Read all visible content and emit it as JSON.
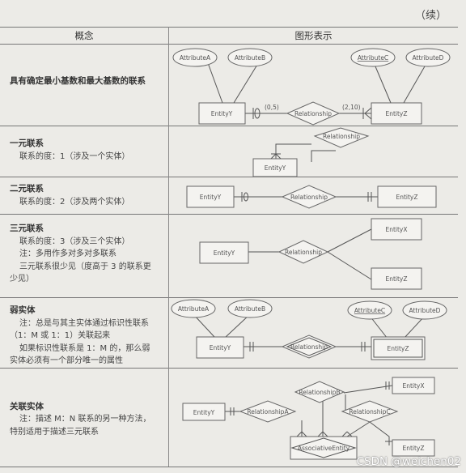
{
  "continued": "（续）",
  "headers": {
    "concept": "概念",
    "diagram": "图形表示"
  },
  "rows": {
    "r1": {
      "title": "具有确定最小基数和最大基数的联系"
    },
    "r2": {
      "title": "一元联系",
      "lines": [
        "联系的度：1（涉及一个实体）"
      ]
    },
    "r3": {
      "title": "二元联系",
      "lines": [
        "联系的度：2（涉及两个实体）"
      ]
    },
    "r4": {
      "title": "三元联系",
      "lines": [
        "联系的度：3（涉及三个实体）",
        "注：多用作多对多对多联系",
        "三元联系很少见（度高于 3 的联系更",
        "少见）"
      ]
    },
    "r5": {
      "title": "弱实体",
      "lines": [
        "注：总是与其主实体通过标识性联系",
        "（1：M 或 1：1）关联起来",
        "如果标识性联系是 1：M 的，那么弱",
        "实体必须有一个部分唯一的属性"
      ]
    },
    "r6": {
      "title": "关联实体",
      "lines": [
        "注：描述 M：N 联系的另一种方法，",
        "特别适用于描述三元联系"
      ]
    }
  },
  "diagrams": {
    "d1": {
      "attrA": "AttributeA",
      "attrB": "AttributeB",
      "attrC": "AttributeC",
      "attrD": "AttributeD",
      "entityY": "EntityY",
      "rel": "Relationship",
      "entityZ": "EntityZ",
      "cardLeft": "(0,5)",
      "cardRight": "(2,10)"
    },
    "d2": {
      "rel": "Relationship",
      "entityY": "EntityY"
    },
    "d3": {
      "entityY": "EntityY",
      "rel": "Relationship",
      "entityZ": "EntityZ"
    },
    "d4": {
      "entityY": "EntityY",
      "rel": "Relationship",
      "entityX": "EntityX",
      "entityZ": "EntityZ"
    },
    "d5": {
      "attrA": "AttributeA",
      "attrB": "AttributeB",
      "attrC": "AttributeC",
      "attrD": "AttributeD",
      "entityY": "EntityY",
      "rel": "Relationship",
      "entityZ": "EntityZ"
    },
    "d6": {
      "relB": "RelationshipB",
      "entityX": "EntityX",
      "entityY": "EntityY",
      "relA": "RelationshipA",
      "relC": "RelationshipC",
      "entityZ": "EntityZ",
      "assoc": "AssociativeEntity"
    }
  },
  "watermark": "CSDN @weichen02"
}
